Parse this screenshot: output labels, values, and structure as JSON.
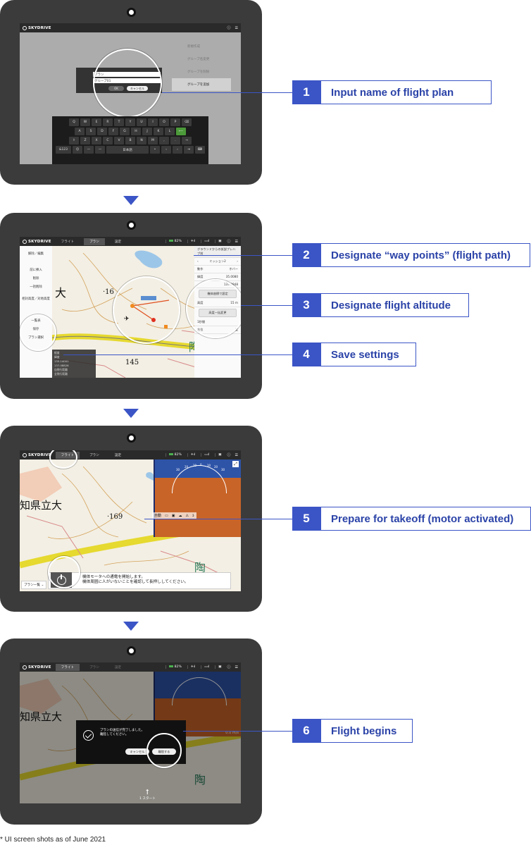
{
  "app": {
    "brand": "SKYDRIVE"
  },
  "tabs": {
    "flight": "フライト",
    "plan": "プラン",
    "settings": "設定"
  },
  "status": {
    "battery": "82%"
  },
  "callouts": [
    {
      "number": "1",
      "text": "Input name of flight plan"
    },
    {
      "number": "2",
      "text": "Designate “way points” (flight path)"
    },
    {
      "number": "3",
      "text": "Designate flight altitude"
    },
    {
      "number": "4",
      "text": "Save settings"
    },
    {
      "number": "5",
      "text": "Prepare for takeoff (motor activated)"
    },
    {
      "number": "6",
      "text": "Flight begins"
    }
  ],
  "footnote": "* UI screen shots as of June 2021",
  "screen1": {
    "menu": [
      "新規作成",
      "グループ名変更",
      "グループを削除",
      "グループを追加"
    ],
    "input1_value": "プラン",
    "input2_value": "グループ01",
    "ok": "OK",
    "cancel": "キャンセル",
    "keyboard_rows": [
      [
        "Q",
        "W",
        "E",
        "R",
        "T",
        "Y",
        "U",
        "I",
        "O",
        "P",
        "⌫"
      ],
      [
        "A",
        "S",
        "D",
        "F",
        "G",
        "H",
        "J",
        "K",
        "L",
        "⟵"
      ],
      [
        "⇧",
        "Z",
        "X",
        "C",
        "V",
        "B",
        "N",
        "M",
        ",",
        ".",
        "→"
      ],
      [
        "&123",
        "☺",
        "—",
        "—",
        "日本語",
        "•",
        "‹",
        "›",
        "⇥",
        "⌨"
      ]
    ]
  },
  "screen2": {
    "left_panel": [
      "解除／編集",
      "前に挿入",
      "削除",
      "一括削除",
      "相対高度／対地高度",
      "一覧表",
      "保存",
      "プラン選択"
    ],
    "right_title": "グラウンドからの仮説プレハブ前",
    "mission_label": "ミッション2",
    "action_label": "動作",
    "action_value": "ホバー",
    "lat_label": "緯度",
    "lat_value": "35.0080",
    "lon_value": "137.0848",
    "set_button": "機体座標で設定",
    "altitude_label": "高度",
    "altitude_value": "15 m",
    "altitude_button": "高度一括変更",
    "hold_label": "1秒間",
    "heading_label": "方位",
    "heading_unit": "度",
    "map_labels": {
      "big": "大",
      "elev1": "·16",
      "elev2": "145",
      "kanji": "陶"
    },
    "info": [
      "経度",
      "緯度",
      "135.14001",
      "137.08826",
      "自飛行距離",
      "全飛行距離"
    ]
  },
  "screen3": {
    "map_labels": {
      "place": "知県立大",
      "elev": "·169",
      "kanji": "陶"
    },
    "status_mode": "自動",
    "prompt_line1": "機体モータへの通電を開始します。",
    "prompt_line2": "機体周囲に人がいないことを確認して長押ししてください。",
    "plan_list": "プラン一覧",
    "pitch_labels": [
      "30",
      "20",
      "10",
      "0",
      "10",
      "20",
      "30"
    ]
  },
  "screen4": {
    "map_labels": {
      "place": "知県立大",
      "kanji": "陶"
    },
    "message_line1": "プランの送信が完了しました。",
    "message_line2": "離陸してください。",
    "cancel": "キャンセル",
    "takeoff": "離陸する",
    "start_label": "スタート",
    "start_count": "1",
    "speed": "0.0 m/s"
  }
}
